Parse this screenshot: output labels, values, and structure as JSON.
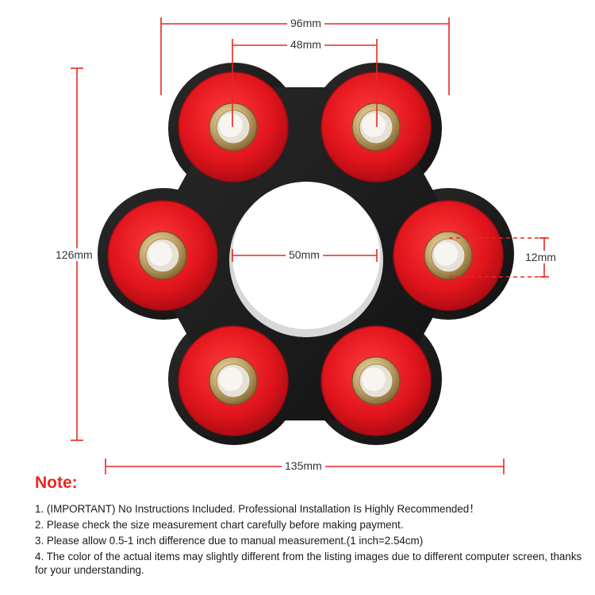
{
  "dimensions": {
    "outer_width": "96mm",
    "hole_spacing": "48mm",
    "height": "126mm",
    "center_hole": "50mm",
    "bushing_hole": "12mm",
    "overall_width": "135mm"
  },
  "colors": {
    "body": "#1a1a1a",
    "bushing": "#e0141c",
    "sleeve": "#c2a46a",
    "dimension_line": "#e8281e",
    "note_heading": "#e8281e"
  },
  "note": {
    "heading": "Note:",
    "items": [
      "1. (IMPORTANT) No Instructions Included. Professional Installation Is Highly Recommended！",
      "2. Please check the size measurement chart carefully before making payment.",
      "3. Please allow 0.5-1 inch difference due to manual measurement.(1 inch=2.54cm)",
      "4. The color of the actual items may slightly different from the listing images due to different computer screen, thanks for your understanding."
    ]
  }
}
